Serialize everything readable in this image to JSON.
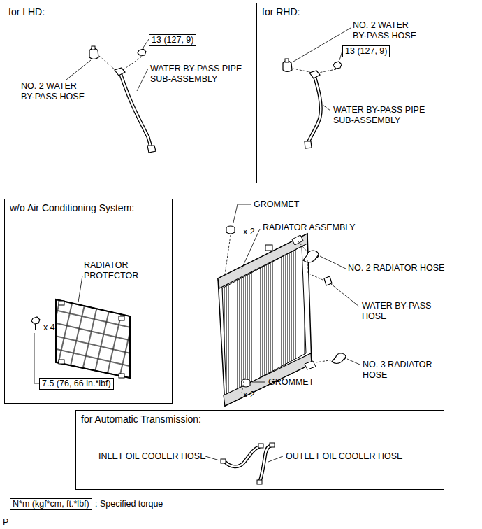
{
  "diagram": {
    "nodes": [
      {
        "text": [
          "for LHD:"
        ]
      },
      {
        "text": [
          "13 (127, 9)"
        ],
        "in": 0
      },
      {
        "text": [
          "for RHD:"
        ]
      },
      {
        "text": [
          "13 (127, 9)"
        ],
        "in": 2
      },
      {
        "text": [
          "w/o Air Conditioning System:"
        ]
      },
      {
        "text": [
          "7.5 (76, 66 in.*lbf)"
        ],
        "in": 4
      },
      {
        "text": [
          "for Automatic Transmission:"
        ]
      },
      {
        "text": [
          "N*m (kgf*cm, ft.*lbf)"
        ]
      }
    ],
    "labels": [
      "NO. 2 WATER BY-PASS HOSE",
      "WATER BY-PASS PIPE SUB-ASSEMBLY",
      "NO. 2 WATER BY-PASS HOSE",
      "WATER BY-PASS PIPE SUB-ASSEMBLY",
      "GROMMET",
      "x 2",
      "RADIATOR ASSEMBLY",
      "NO. 2 RADIATOR HOSE",
      "WATER BY-PASS HOSE",
      "NO. 3 RADIATOR HOSE",
      "RADIATOR PROTECTOR",
      "x 4",
      "GROMMET",
      "x 2",
      "INLET OIL COOLER HOSE",
      "OUTLET OIL COOLER HOSE",
      ": Specified torque",
      "P"
    ]
  }
}
